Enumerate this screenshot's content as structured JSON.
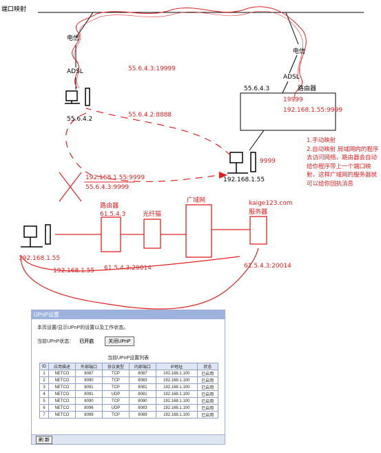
{
  "title": "端口映射",
  "labels": {
    "telecom_left": "电信",
    "adsl_left": "ADSL",
    "ip_pc_top": "55.6.4.2",
    "red_public": "55.6.4.3:19999",
    "telecom_right": "电信",
    "adsl_right": "ADSL",
    "router_ip_top": "55.6.4.3",
    "router_label_top": "路由器",
    "router_map_port": "19999",
    "router_map_target": "192.168.1.55:9999",
    "red_pc_port": "55.6.4.2:8888",
    "lan_port": "9999",
    "lan_pc_ip": "192.168.1.55",
    "cross_from": "192.168.1.55:9999",
    "cross_to": "55.6.4.3:9999",
    "router_bottom": "路由器",
    "router_bottom_ip": "61.5.4.3",
    "fiber_cat": "光纤猫",
    "wan": "广域网",
    "server_domain": "kaige123.com",
    "server": "服务器",
    "bottom_pc_ip": "192.168.1.55",
    "bottom_src": "192.168.1.55",
    "bottom_nat": "61.5.4.3:20014",
    "bottom_return": "61.5.4.3:20014"
  },
  "notes": [
    "1.手动映射",
    "2.自动映射   局域网内的程序去访问网络，路由器会自动给你程序带上一个端口映射，这样广域网的服务器就可以给你回执消息"
  ],
  "colors": {
    "red": "#e02020",
    "panel_header": "#9db3dd"
  },
  "upnp": {
    "title": "UPnP设置",
    "description": "本页设置/显示UPnP的设置以及工作状态。",
    "status_label": "当前UPnP状态：",
    "status_value": "已开启",
    "close_button": "关闭UPnP",
    "table_title": "当前UPnP设置列表",
    "headers": [
      "ID",
      "应用描述",
      "外部端口",
      "协议类型",
      "内部端口",
      "IP地址",
      "状态"
    ],
    "rows": [
      [
        "1",
        "NETCO",
        "8087",
        "TCP",
        "8087",
        "192.168.1.100",
        "已启用"
      ],
      [
        "2",
        "NETCO",
        "8090",
        "TCP",
        "8083",
        "192.168.1.100",
        "已启用"
      ],
      [
        "3",
        "NETCO",
        "8091",
        "TCP",
        "8081",
        "192.168.1.100",
        "已启用"
      ],
      [
        "4",
        "NETCO",
        "8091",
        "UDP",
        "8081",
        "192.168.1.100",
        "已启用"
      ],
      [
        "5",
        "NETCO",
        "8090",
        "TCP",
        "8090",
        "192.168.1.100",
        "已启用"
      ],
      [
        "6",
        "NETCO",
        "8096",
        "UDP",
        "8083",
        "192.168.1.100",
        "已启用"
      ],
      [
        "7",
        "NETCO",
        "8089",
        "TCP",
        "8089",
        "192.168.1.100",
        "已启用"
      ]
    ],
    "refresh_button": "刷 新"
  }
}
